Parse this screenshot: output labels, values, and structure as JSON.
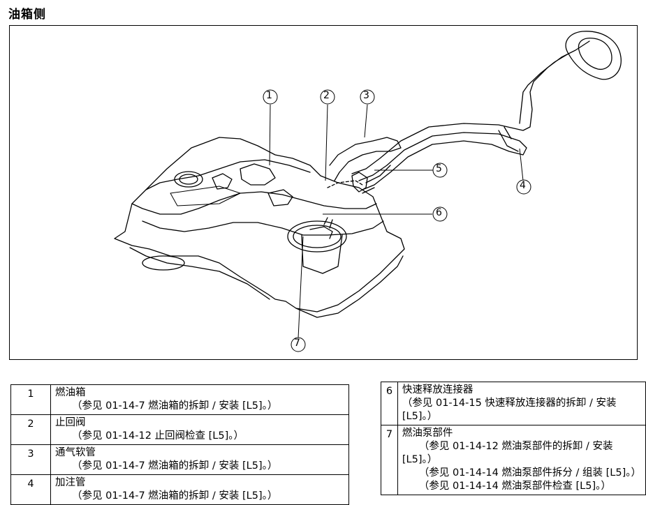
{
  "page": {
    "title": "油箱侧"
  },
  "figure": {
    "callouts": [
      "①",
      "②",
      "③",
      "④",
      "⑤",
      "⑥",
      "⑦"
    ]
  },
  "parts_left": [
    {
      "num": "1",
      "name": "燃油箱",
      "refs": [
        "（参见 01-14-7  燃油箱的拆卸 / 安装 [L5]。）"
      ]
    },
    {
      "num": "2",
      "name": "止回阀",
      "refs": [
        "（参见 01-14-12  止回阀检查 [L5]。）"
      ]
    },
    {
      "num": "3",
      "name": "通气软管",
      "refs": [
        "（参见 01-14-7  燃油箱的拆卸 / 安装 [L5]。）"
      ]
    },
    {
      "num": "4",
      "name": "加注管",
      "refs": [
        "（参见 01-14-7  燃油箱的拆卸 / 安装 [L5]。）"
      ]
    }
  ],
  "parts_right": [
    {
      "num": "6",
      "name": "快速释放连接器",
      "refs": [
        "（参见 01-14-15  快速释放连接器的拆卸 / 安装",
        "[L5]。）"
      ]
    },
    {
      "num": "7",
      "name": "燃油泵部件",
      "refs": [
        "（参见 01-14-12  燃油泵部件的拆卸 / 安装",
        "[L5]。）",
        "（参见 01-14-14  燃油泵部件拆分 / 组装 [L5]。）",
        "（参见 01-14-14  燃油泵部件检查 [L5]。）"
      ]
    }
  ]
}
